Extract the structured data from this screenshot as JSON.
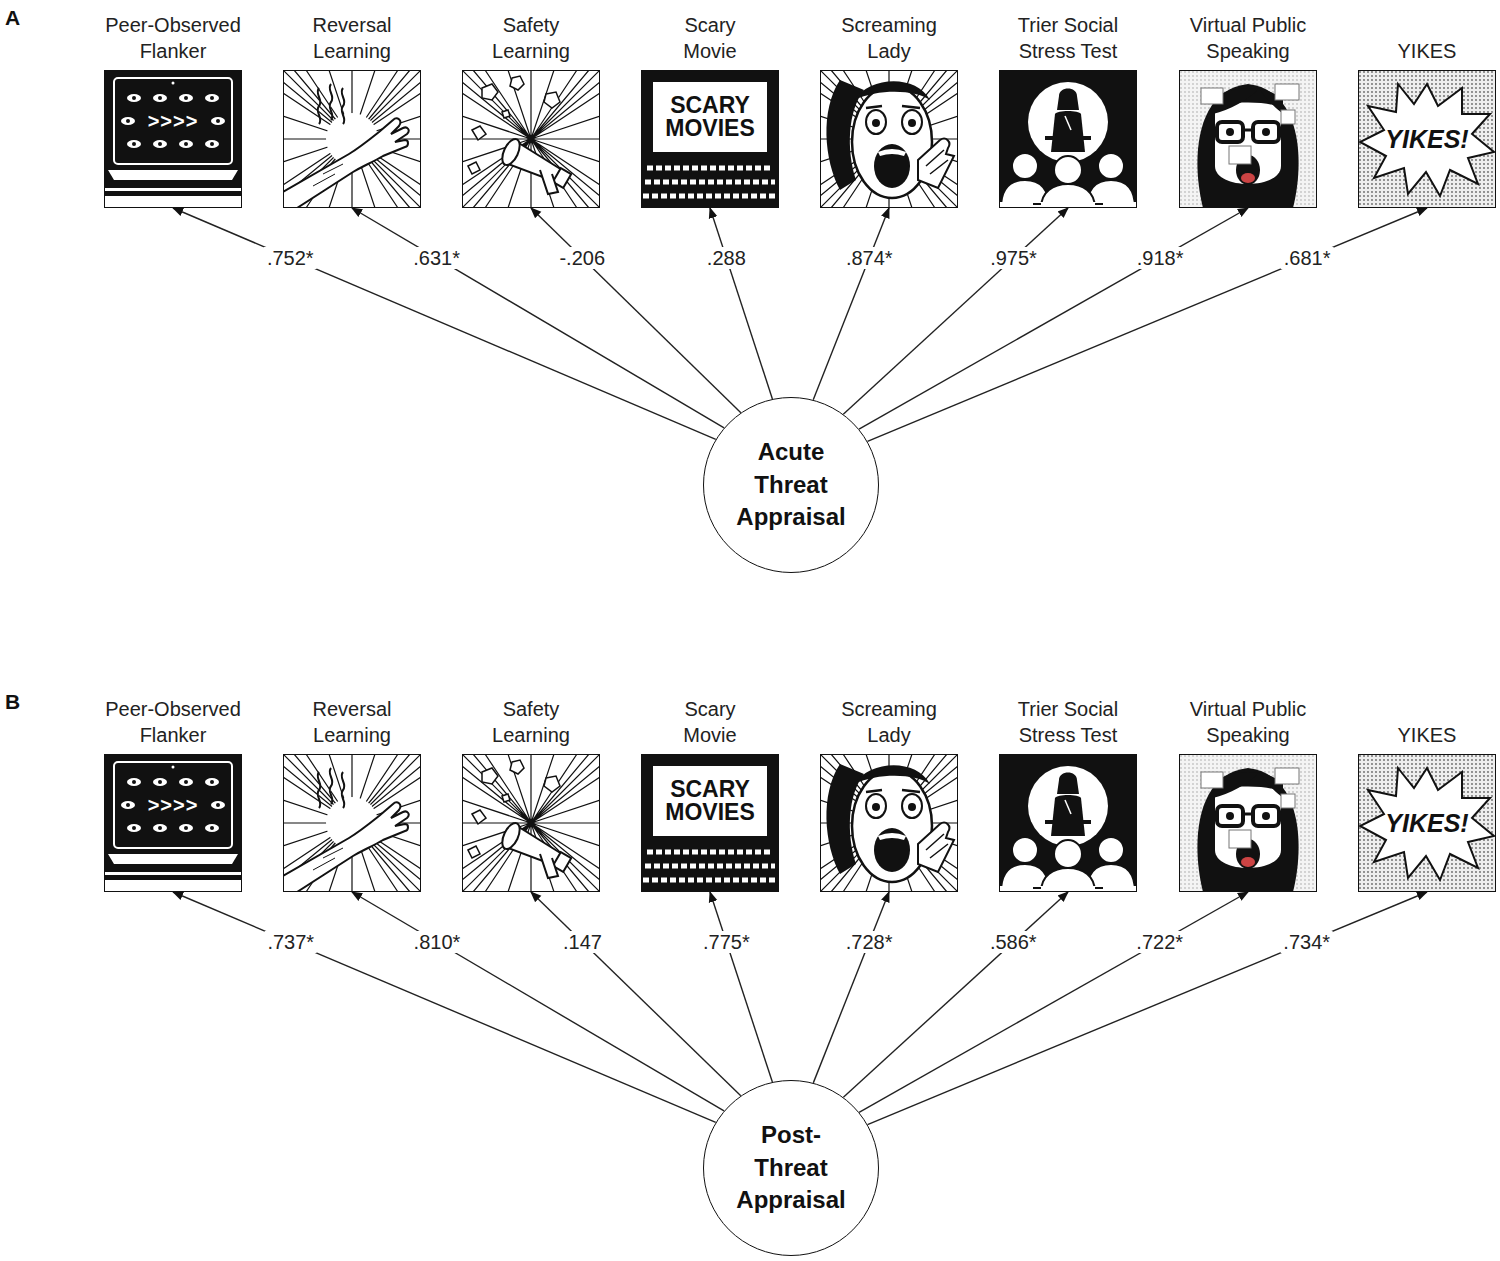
{
  "diagram": {
    "nodes": [
      {
        "text": [
          "Peer-Observed Flanker"
        ]
      },
      {
        "text": [
          "Reversal Learning"
        ]
      },
      {
        "text": [
          "Safety Learning"
        ]
      },
      {
        "text": [
          "Scary Movie"
        ]
      },
      {
        "text": [
          "Screaming Lady"
        ]
      },
      {
        "text": [
          "Trier Social Stress Test"
        ]
      },
      {
        "text": [
          "Virtual Public Speaking"
        ]
      },
      {
        "text": [
          "YIKES"
        ]
      },
      {
        "text": [
          "Acute Threat Appraisal"
        ]
      },
      {
        "text": [
          "Peer-Observed Flanker"
        ]
      },
      {
        "text": [
          "Reversal Learning"
        ]
      },
      {
        "text": [
          "Safety Learning"
        ]
      },
      {
        "text": [
          "Scary Movie"
        ]
      },
      {
        "text": [
          "Screaming Lady"
        ]
      },
      {
        "text": [
          "Trier Social Stress Test"
        ]
      },
      {
        "text": [
          "Virtual Public Speaking"
        ]
      },
      {
        "text": [
          "YIKES"
        ]
      },
      {
        "text": [
          "Post-Threat Appraisal"
        ]
      }
    ],
    "edges": [
      {
        "from": 8,
        "to": 0,
        "arrow": "to",
        "label": ".752*"
      },
      {
        "from": 8,
        "to": 1,
        "arrow": "to",
        "label": ".631*"
      },
      {
        "from": 8,
        "to": 2,
        "arrow": "to",
        "label": "-.206"
      },
      {
        "from": 8,
        "to": 3,
        "arrow": "to",
        "label": ".288"
      },
      {
        "from": 8,
        "to": 4,
        "arrow": "to",
        "label": ".874*"
      },
      {
        "from": 8,
        "to": 5,
        "arrow": "to",
        "label": ".975*"
      },
      {
        "from": 8,
        "to": 6,
        "arrow": "to",
        "label": ".918*"
      },
      {
        "from": 8,
        "to": 7,
        "arrow": "to",
        "label": ".681*"
      },
      {
        "from": 17,
        "to": 9,
        "arrow": "to",
        "label": ".737*"
      },
      {
        "from": 17,
        "to": 10,
        "arrow": "to",
        "label": ".810*"
      },
      {
        "from": 17,
        "to": 11,
        "arrow": "to",
        "label": ".147"
      },
      {
        "from": 17,
        "to": 12,
        "arrow": "to",
        "label": ".775*"
      },
      {
        "from": 17,
        "to": 13,
        "arrow": "to",
        "label": ".728*"
      },
      {
        "from": 17,
        "to": 14,
        "arrow": "to",
        "label": ".586*"
      },
      {
        "from": 17,
        "to": 15,
        "arrow": "to",
        "label": ".722*"
      },
      {
        "from": 17,
        "to": 16,
        "arrow": "to",
        "label": ".734*"
      }
    ],
    "labels": [
      "A",
      ">>>>",
      "SCARY MOVIES",
      "YIKES!",
      "B",
      ">>>>",
      "SCARY MOVIES",
      "YIKES!"
    ]
  }
}
